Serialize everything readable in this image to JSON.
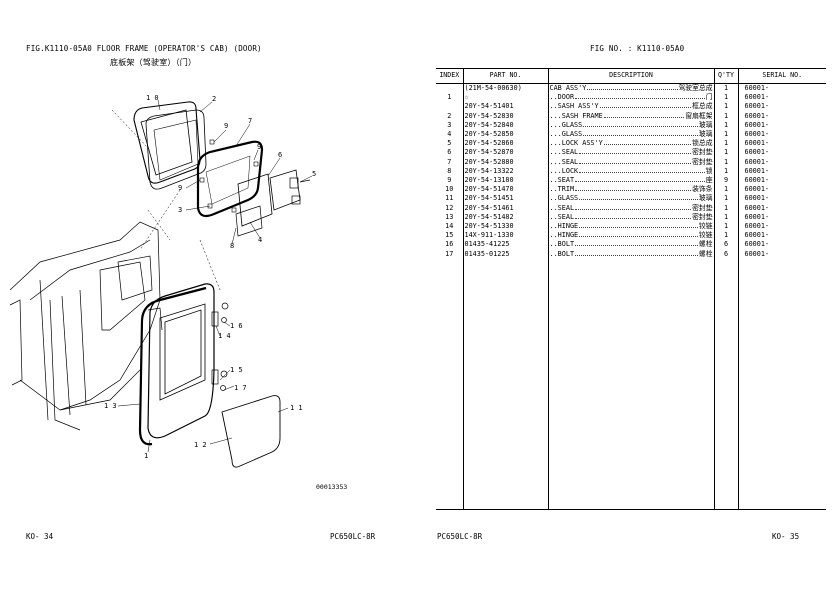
{
  "left_page": {
    "fig_title": "FIG.K1110-05A0   FLOOR FRAME (OPERATOR'S CAB) (DOOR)",
    "fig_title_cn": "底板架（驾驶室）（门）",
    "callouts": [
      "1 0",
      "2",
      "9",
      "7",
      "9",
      "6",
      "5",
      "9",
      "3",
      "8",
      "4",
      "1 6",
      "1 4",
      "1 5",
      "1 7",
      "1 3",
      "1 1",
      "1 2",
      "1"
    ],
    "drawing_number": "00013353",
    "page_label": "KO-   34",
    "model": "PC650LC-8R"
  },
  "right_page": {
    "fig_no": "FIG NO. : K1110-05A0",
    "columns": [
      "INDEX",
      "PART  NO.",
      "DESCRIPTION",
      "Q'TY",
      "SERIAL NO."
    ],
    "rows": [
      {
        "index": "",
        "part_no": "(21M-54-00630)",
        "desc": "CAB ASS'Y",
        "desc_cn": "驾驶室总成",
        "qty": "1",
        "serial": "60001-"
      },
      {
        "index": "1",
        "part_no": "☆",
        "desc": "..DOOR",
        "desc_cn": "门",
        "qty": "1",
        "serial": "60001-"
      },
      {
        "index": "",
        "part_no": "20Y-54-51401",
        "desc": "..SASH ASS'Y",
        "desc_cn": "框总成",
        "qty": "1",
        "serial": "60001-"
      },
      {
        "index": "2",
        "part_no": "20Y-54-52830",
        "desc": "...SASH FRAME",
        "desc_cn": "窗扇框架",
        "qty": "1",
        "serial": "60001-"
      },
      {
        "index": "3",
        "part_no": "20Y-54-52840",
        "desc": "...GLASS",
        "desc_cn": "玻璃",
        "qty": "1",
        "serial": "60001-"
      },
      {
        "index": "4",
        "part_no": "20Y-54-52850",
        "desc": "...GLASS",
        "desc_cn": "玻璃",
        "qty": "1",
        "serial": "60001-"
      },
      {
        "index": "5",
        "part_no": "20Y-54-52860",
        "desc": "...LOCK ASS'Y",
        "desc_cn": "锁总成",
        "qty": "1",
        "serial": "60001-"
      },
      {
        "index": "6",
        "part_no": "20Y-54-52870",
        "desc": "...SEAL",
        "desc_cn": "密封垫",
        "qty": "1",
        "serial": "60001-"
      },
      {
        "index": "7",
        "part_no": "20Y-54-52880",
        "desc": "...SEAL",
        "desc_cn": "密封垫",
        "qty": "1",
        "serial": "60001-"
      },
      {
        "index": "8",
        "part_no": "20Y-54-13322",
        "desc": "...LOCK",
        "desc_cn": "锁",
        "qty": "1",
        "serial": "60001-"
      },
      {
        "index": "9",
        "part_no": "20Y-54-13180",
        "desc": "..SEAT",
        "desc_cn": "座",
        "qty": "9",
        "serial": "60001-"
      },
      {
        "index": "10",
        "part_no": "20Y-54-51470",
        "desc": "..TRIM",
        "desc_cn": "装饰条",
        "qty": "1",
        "serial": "60001-"
      },
      {
        "index": "11",
        "part_no": "20Y-54-51451",
        "desc": "..GLASS",
        "desc_cn": "玻璃",
        "qty": "1",
        "serial": "60001-"
      },
      {
        "index": "12",
        "part_no": "20Y-54-51461",
        "desc": "..SEAL",
        "desc_cn": "密封垫",
        "qty": "1",
        "serial": "60001-"
      },
      {
        "index": "13",
        "part_no": "20Y-54-51482",
        "desc": "..SEAL",
        "desc_cn": "密封垫",
        "qty": "1",
        "serial": "60001-"
      },
      {
        "index": "14",
        "part_no": "20Y-54-51330",
        "desc": "..HINGE",
        "desc_cn": "铰链",
        "qty": "1",
        "serial": "60001-"
      },
      {
        "index": "15",
        "part_no": "14X-911-1330",
        "desc": "..HINGE",
        "desc_cn": "铰链",
        "qty": "1",
        "serial": "60001-"
      },
      {
        "index": "16",
        "part_no": "01435-41225",
        "desc": "..BOLT",
        "desc_cn": "螺栓",
        "qty": "6",
        "serial": "60001-"
      },
      {
        "index": "17",
        "part_no": "01435-01225",
        "desc": "..BOLT",
        "desc_cn": "螺栓",
        "qty": "6",
        "serial": "60001-"
      }
    ],
    "model": "PC650LC-8R",
    "page_label": "KO-   35"
  }
}
